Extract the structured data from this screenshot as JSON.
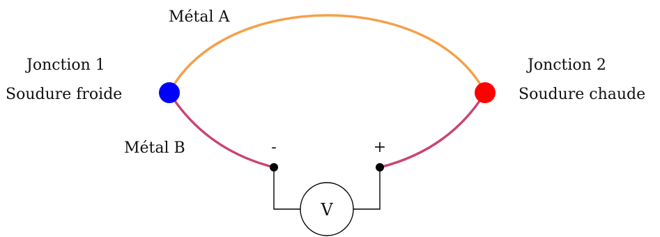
{
  "labels": {
    "metal_a": "Métal A",
    "metal_b": "Métal B",
    "junction_1": "Jonction 1",
    "junction_1_desc": "Soudure froide",
    "junction_2": "Jonction 2",
    "junction_2_desc": "Soudure chaude",
    "minus": "-",
    "plus": "+",
    "voltmeter": "V"
  },
  "colors": {
    "metal_a": "#f5a04a",
    "metal_b": "#c94472",
    "cold_junction": "#0000ff",
    "hot_junction": "#ff0000",
    "wire": "#000000",
    "terminal": "#000000"
  },
  "icons": {
    "cold_junction": "blue-dot-icon",
    "hot_junction": "red-dot-icon",
    "voltmeter": "voltmeter-icon"
  }
}
